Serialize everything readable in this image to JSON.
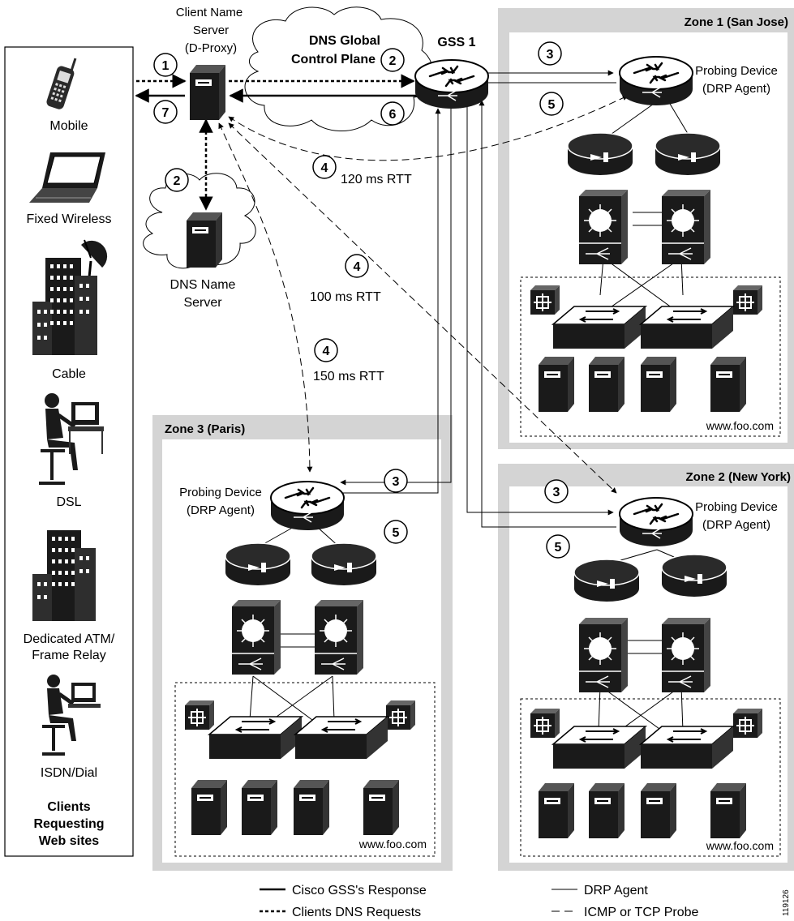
{
  "clients": {
    "items": [
      "Mobile",
      "Fixed Wireless",
      "Cable",
      "DSL",
      "Dedicated ATM/",
      "Frame Relay",
      "ISDN/Dial"
    ],
    "caption": [
      "Clients",
      "Requesting",
      "Web sites"
    ]
  },
  "client_ns": [
    "Client Name",
    "Server",
    "(D-Proxy)"
  ],
  "dns_ns": [
    "DNS Name",
    "Server"
  ],
  "control_plane": [
    "DNS Global",
    "Control Plane"
  ],
  "gss": "GSS 1",
  "zones": {
    "sj": {
      "title": "Zone 1 (San Jose)",
      "site": "www.foo.com"
    },
    "ny": {
      "title": "Zone 2 (New York)",
      "site": "www.foo.com"
    },
    "paris": {
      "title": "Zone 3 (Paris)",
      "site": "www.foo.com"
    }
  },
  "probe": [
    "Probing Device",
    "(DRP Agent)"
  ],
  "rtt": {
    "sj": "120 ms RTT",
    "ny": "100 ms RTT",
    "paris": "150 ms RTT"
  },
  "steps": {
    "s1": "1",
    "s2": "2",
    "s3": "3",
    "s4": "4",
    "s5": "5",
    "s6": "6",
    "s7": "7"
  },
  "legend": {
    "gss_response": "Cisco GSS's Response",
    "dns_requests": "Clients DNS Requests",
    "drp_agent": "DRP Agent",
    "probe": "ICMP or TCP Probe"
  },
  "figure_id": "119126",
  "icons": [
    "mobile-phone-icon",
    "laptop-icon",
    "satellite-dish-icon",
    "building-icon",
    "user-at-computer-icon",
    "server-icon",
    "router-icon",
    "content-switch-icon",
    "multilayer-switch-icon",
    "access-switch-icon",
    "csm-icon",
    "cloud-icon"
  ]
}
